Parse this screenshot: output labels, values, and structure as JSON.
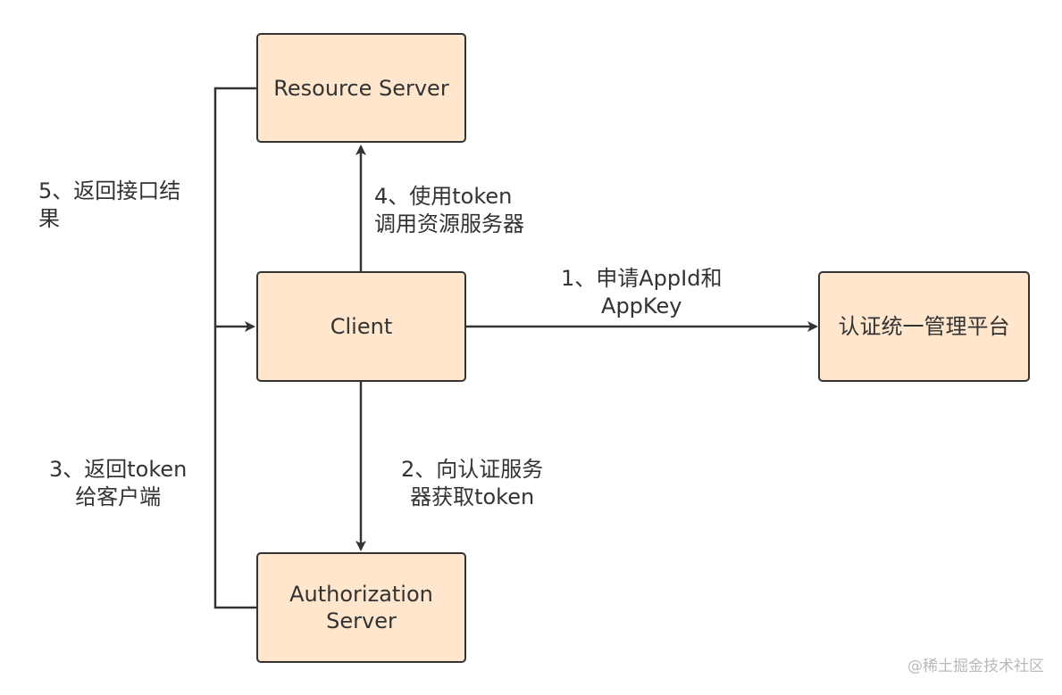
{
  "nodes": {
    "resource_server": "Resource Server",
    "client": "Client",
    "auth_platform": "认证统一管理平台",
    "authorization_server": "Authorization\nServer"
  },
  "edges": {
    "step1": "1、申请AppId和\nAppKey",
    "step2": "2、向认证服务\n器获取token",
    "step3": "3、返回token\n给客户端",
    "step4": "4、使用token\n调用资源服务器",
    "step5": "5、返回接口结\n果"
  },
  "watermark": "@稀土掘金技术社区",
  "colors": {
    "node_fill": "#ffe6cc",
    "stroke": "#333333"
  }
}
